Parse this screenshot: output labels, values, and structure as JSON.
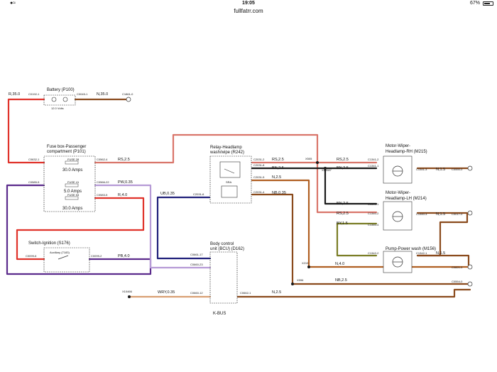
{
  "status_bar": {
    "wifi_icon": "wifi-icon",
    "time": "19:05",
    "battery_percent": "67%",
    "battery_icon": "battery-icon"
  },
  "browser": {
    "url": "fullfatrr.com"
  },
  "diagram": {
    "battery": {
      "title": "Battery (P100)",
      "volts": "12.0 Volts",
      "c1": "C0192-1",
      "c2": "C0045-1"
    },
    "wires": {
      "r350": "R,35.0",
      "n350": "N,35.0",
      "g1": "C1861-0",
      "rs25_a": "RS,2.5",
      "pw035": "PW,0.35",
      "r40": "R,4.0",
      "pb40": "PB,4.0",
      "ub035": "UB,0.35",
      "rs25_b": "RS,2.5",
      "bn25_a": "BN,2.5",
      "n25": "N,2.5",
      "nb035": "NB,0.35",
      "x505": "X505",
      "x10087": "X10087",
      "rs25_c": "RS,2.5",
      "bn25_b": "BN,2.5",
      "n15_a": "N,1.5",
      "g2": "C0550-0",
      "bn25_c": "BN,2.5",
      "rs25_d": "RS,2.5",
      "by15": "BY,1.5",
      "n15_b": "N,1.5",
      "g3": "C0017-0",
      "n15_c": "N,1.5",
      "x219": "X219",
      "n40": "N,4.0",
      "g4": "C0821-0",
      "x596": "X596",
      "nb25": "NB,2.5",
      "g5": "C0554-0",
      "x10466": "X10466",
      "wry035": "WRY,0.35",
      "n25_b": "N,2.5"
    },
    "fusebox": {
      "title1": "Fuse box-Passenger",
      "title2": "compartment (P101)",
      "c0632": "C0632-1",
      "c0585": "C0585-5",
      "fuse28": "FUSE 28",
      "amp28": "30.0 Amps",
      "c0562": "C0562-4",
      "fuse41": "FUSE 41",
      "amp41": "5.0 Amps",
      "c0566": "C0566-22",
      "fuse53": "FUSE 53",
      "amp53": "30.0 Amps",
      "c0583": "C0583-5"
    },
    "ignition": {
      "title": "Switch-Ignition (S176)",
      "aux": "Auxiliary (7183)",
      "c1": "C0099-6",
      "c2": "C0099-2"
    },
    "relay": {
      "title1": "Relay-Headlamp",
      "title2": "wash/wipe (R242)",
      "sra": "SRA",
      "c1": "C2031-2",
      "c2": "C2031-8",
      "c3": "C2031-5",
      "c4": "C2031-4",
      "c5": "C2031-6"
    },
    "bcu": {
      "title1": "Body control",
      "title2": "unit (BCU) (D162)",
      "c1": "C0661-17",
      "c2": "C0660-23",
      "c3": "C0660-12",
      "c4": "C0662-1",
      "kbus": "K-BUS"
    },
    "motor_rh": {
      "title1": "Motor-Wiper-",
      "title2": "Headlamp-RH (M215)",
      "c1": "C1341-2",
      "c2": "C1341-1",
      "c3": "C1341-3"
    },
    "motor_lh": {
      "title1": "Motor-Wiper-",
      "title2": "Headlamp-LH (M214)",
      "c1": "C1340-1",
      "c2": "C1340-2",
      "c3": "C1340-4",
      "c4": "C1340-3"
    },
    "pump": {
      "title": "Pump-Power wash (M156)",
      "c1": "C1342-2",
      "c2": "C1342-1"
    }
  },
  "colors": {
    "red": "#e0322a",
    "pink": "#d9756a",
    "brown": "#8a4a1c",
    "orange_brown": "#b05f22",
    "black": "#1a1a1a",
    "navy": "#20207a",
    "purple": "#5b2a8c",
    "lilac": "#b69ad6",
    "olive": "#7a7d25",
    "light_orange": "#d9a073",
    "dark_red": "#a51d18"
  }
}
